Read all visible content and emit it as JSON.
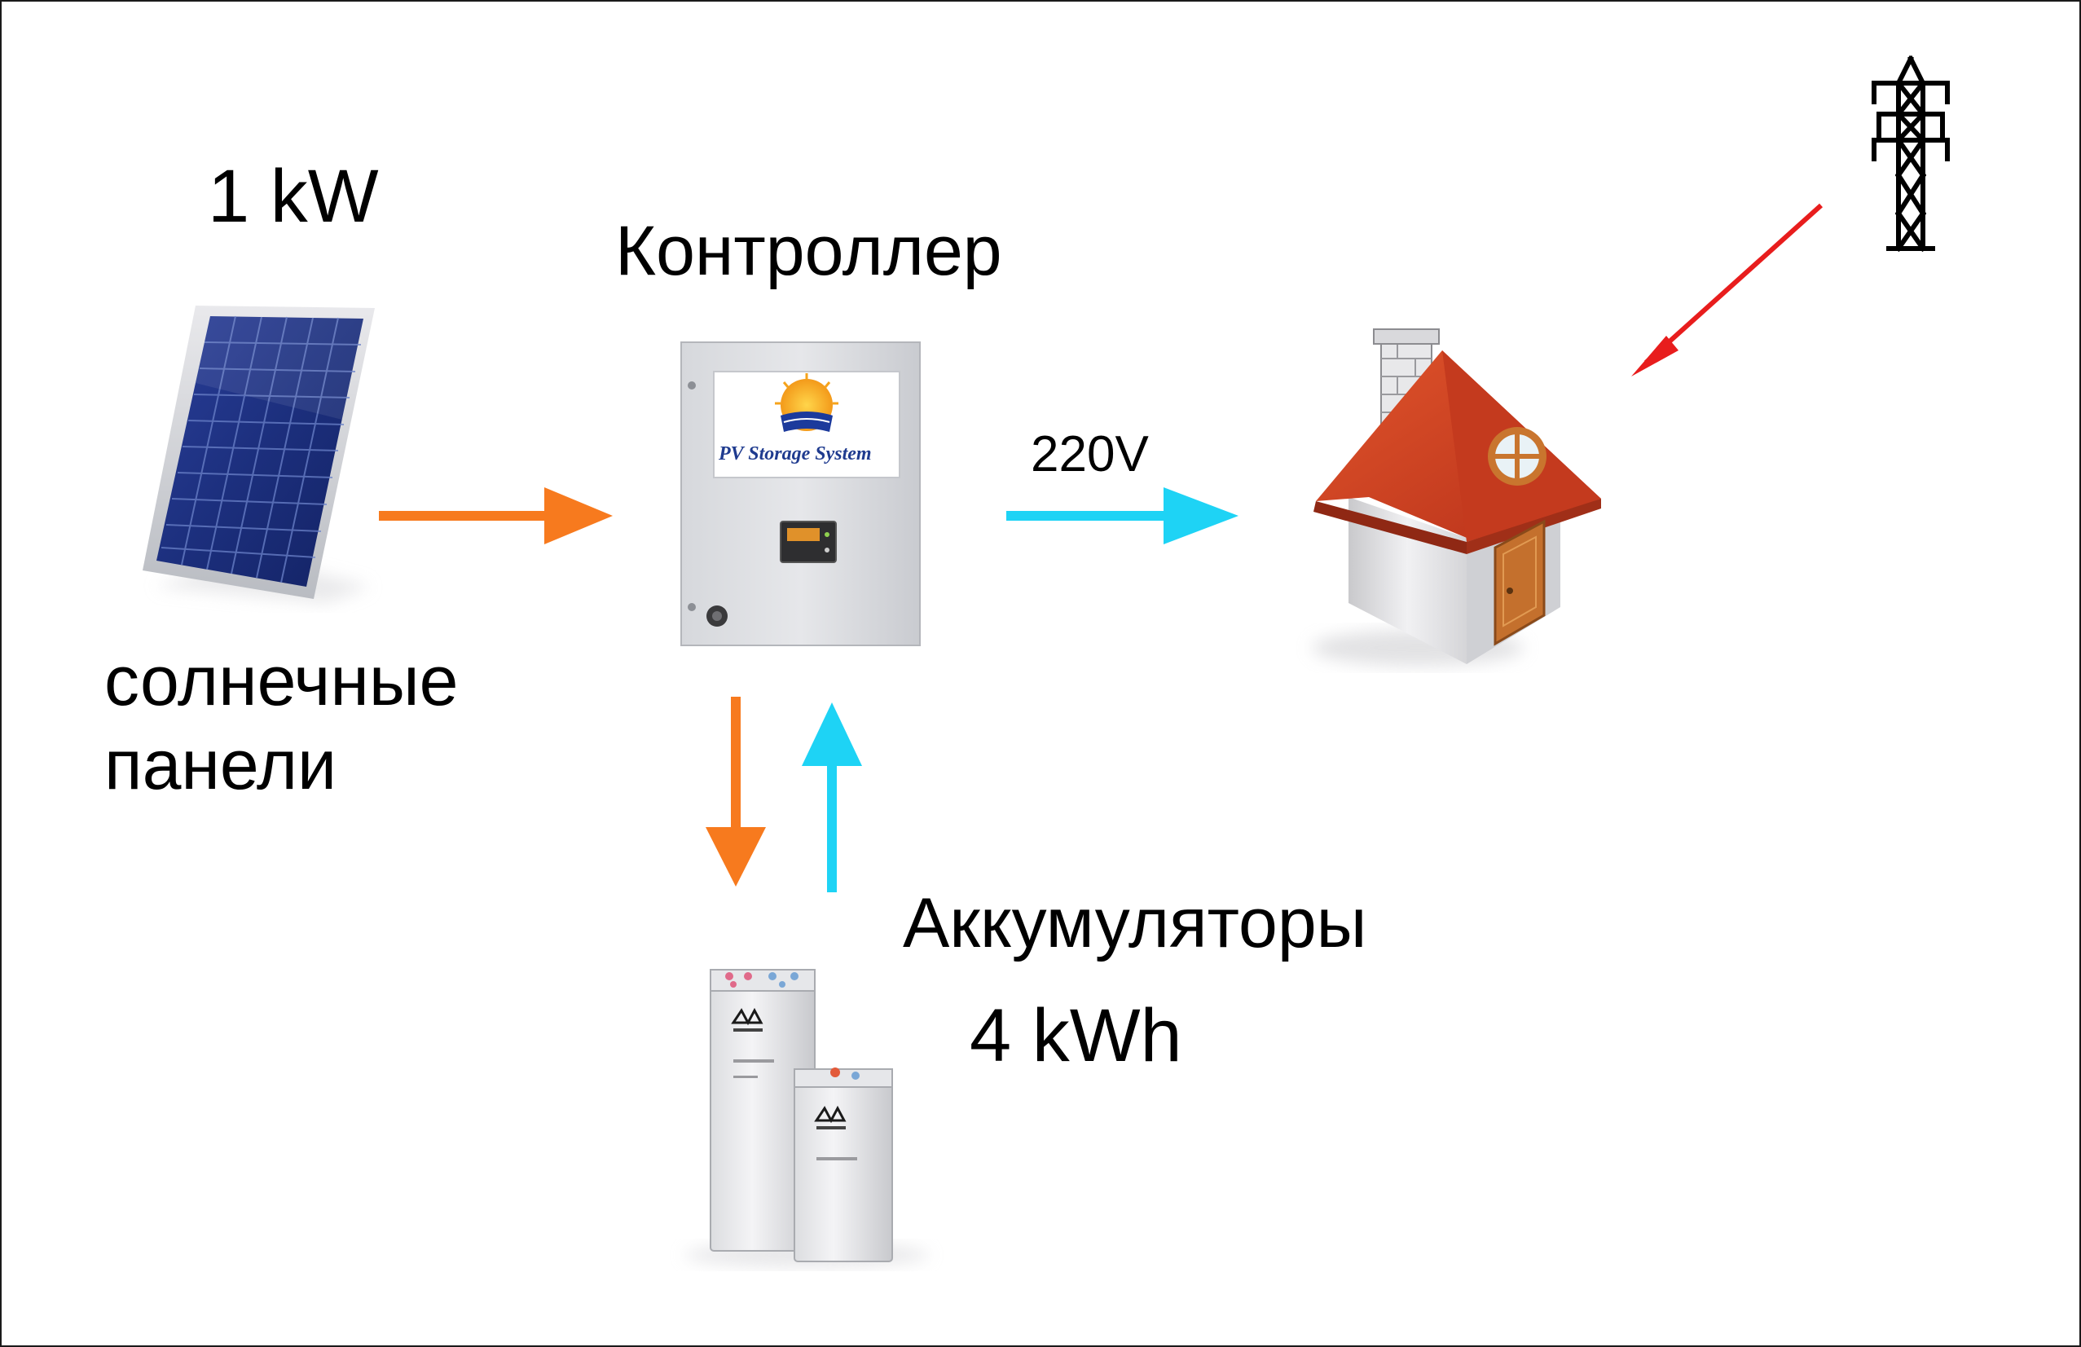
{
  "labels": {
    "solar_power": "1 kW",
    "controller": "Контроллер",
    "panels_line1": "солнечные",
    "panels_line2": "панели",
    "voltage": "220V",
    "batteries": "Аккумуляторы",
    "capacity": "4 kWh",
    "controller_logo": "PV Storage System"
  },
  "colors": {
    "solar_flow": "#f77a1e",
    "ac_flow": "#1ed3f5",
    "grid_flow": "#e81d1d"
  },
  "icons": {
    "solar_panel": "solar-panel-icon",
    "controller": "controller-cabinet-icon",
    "house": "house-icon",
    "pylon": "power-pylon-icon",
    "batteries": "battery-icon"
  }
}
